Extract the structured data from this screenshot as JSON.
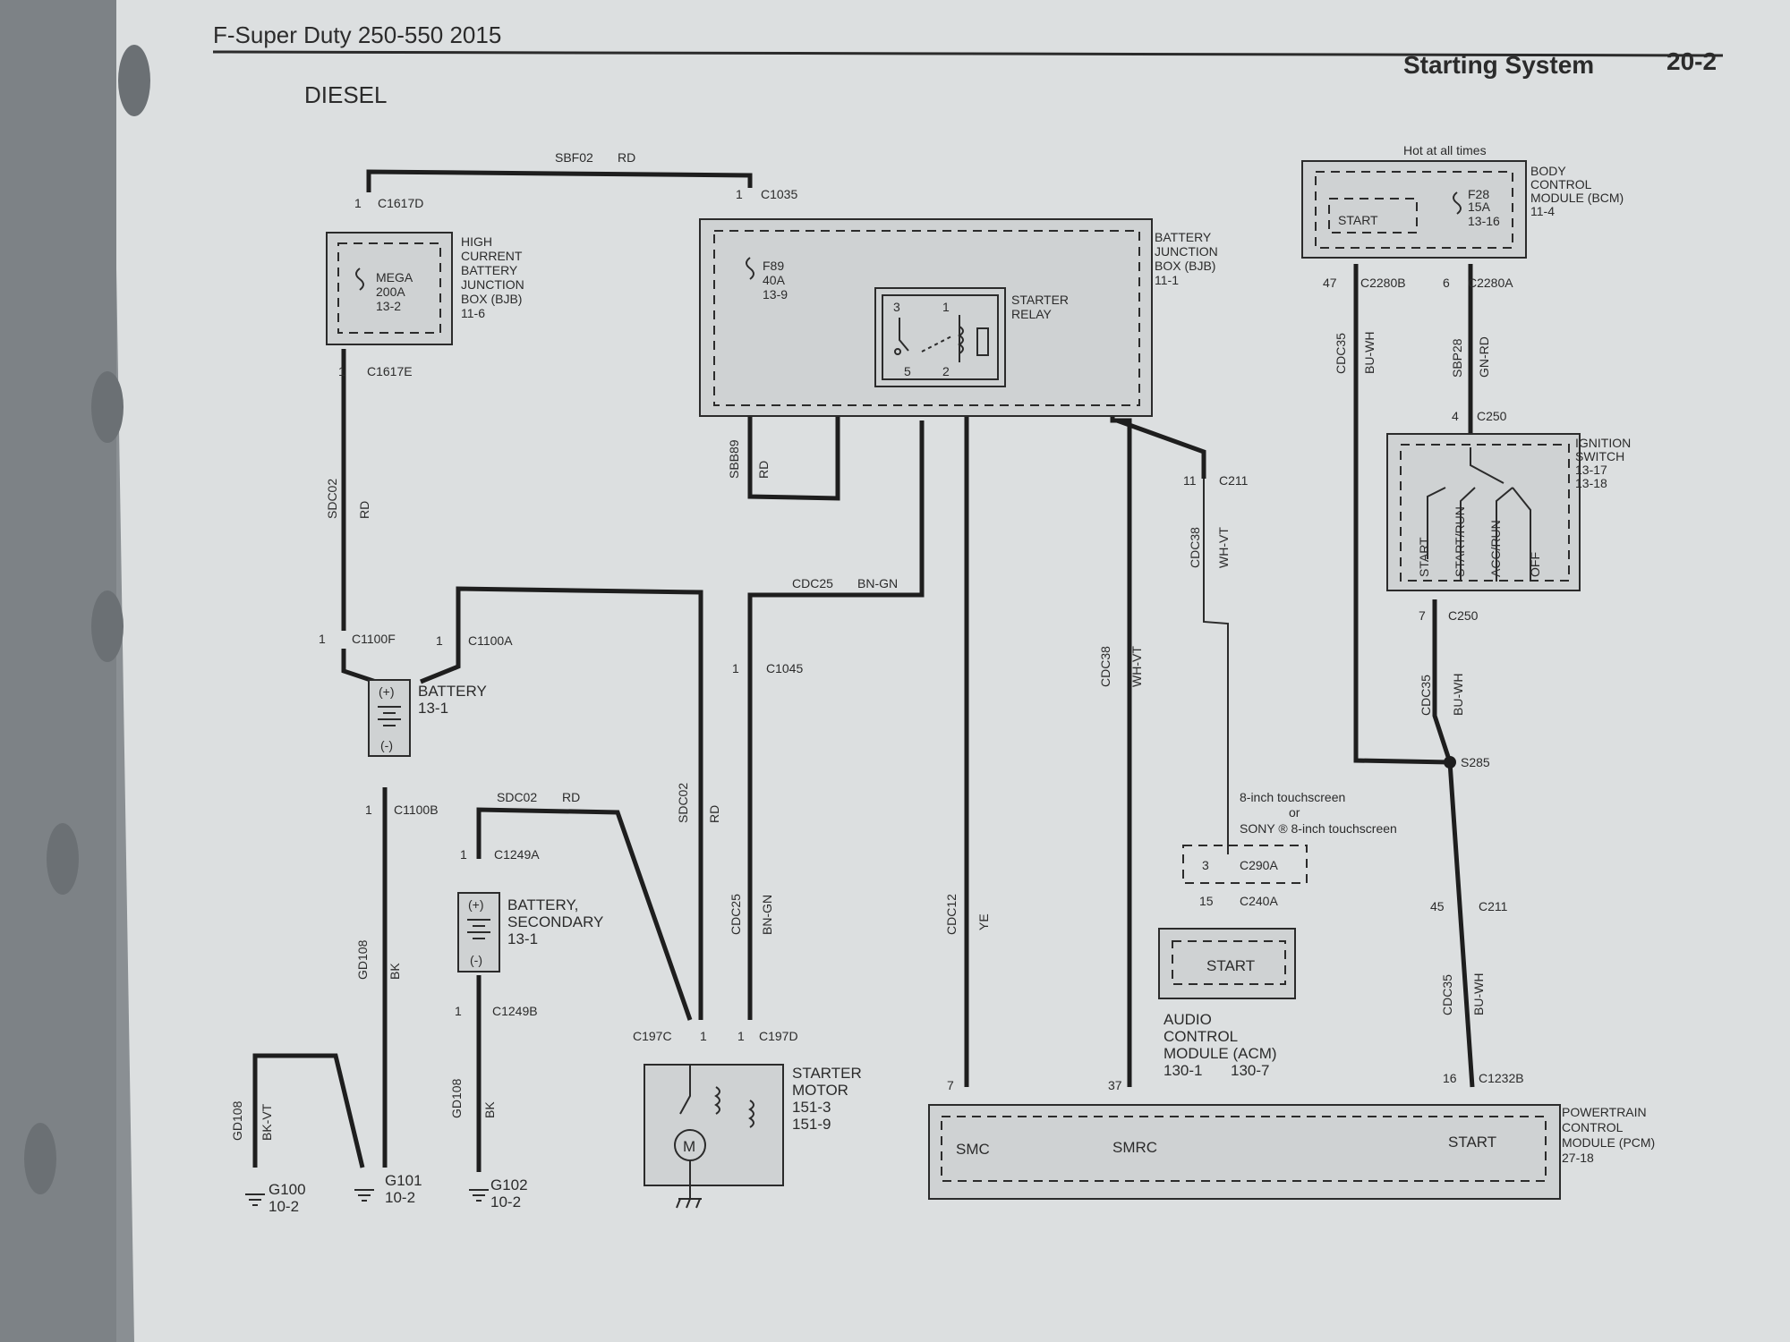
{
  "header": {
    "vehicle": "F-Super Duty 250-550 2015",
    "section": "Starting System",
    "page_number": "20-2",
    "variant": "DIESEL"
  },
  "components": {
    "hcbjb": {
      "label_lines": [
        "HIGH",
        "CURRENT",
        "BATTERY",
        "JUNCTION",
        "BOX (BJB)",
        "11-6"
      ],
      "fuse": [
        "MEGA",
        "200A",
        "13-2"
      ]
    },
    "bjb": {
      "label_lines": [
        "BATTERY",
        "JUNCTION",
        "BOX (BJB)",
        "11-1"
      ],
      "fuse": [
        "F89",
        "40A",
        "13-9"
      ]
    },
    "starter_relay": {
      "label_lines": [
        "STARTER",
        "RELAY"
      ],
      "pins": [
        "3",
        "1",
        "5",
        "2"
      ]
    },
    "battery": {
      "label_lines": [
        "BATTERY",
        "13-1"
      ],
      "plus": "(+)",
      "minus": "(-)"
    },
    "battery_secondary": {
      "label_lines": [
        "BATTERY,",
        "SECONDARY",
        "13-1"
      ],
      "plus": "(+)",
      "minus": "(-)"
    },
    "starter_motor": {
      "label_lines": [
        "STARTER",
        "MOTOR",
        "151-3",
        "151-9"
      ]
    },
    "bcm": {
      "hot_label": "Hot at all times",
      "label_lines": [
        "BODY",
        "CONTROL",
        "MODULE (BCM)",
        "11-4"
      ],
      "start": "START",
      "fuse": [
        "F28",
        "15A",
        "13-16"
      ]
    },
    "ignition_switch": {
      "label_lines": [
        "IGNITION",
        "SWITCH",
        "13-17",
        "13-18"
      ],
      "positions": [
        "START",
        "START/RUN",
        "ACC/RUN",
        "OFF"
      ]
    },
    "acm": {
      "label_lines": [
        "AUDIO",
        "CONTROL",
        "MODULE (ACM)"
      ],
      "refs": [
        "130-1",
        "130-7"
      ],
      "start": "START"
    },
    "acm_options": {
      "line1": "8-inch touchscreen",
      "line2": "or",
      "line3": "SONY ® 8-inch touchscreen"
    },
    "pcm": {
      "label_lines": [
        "POWERTRAIN",
        "CONTROL",
        "MODULE (PCM)",
        "27-18"
      ],
      "pins": [
        "SMC",
        "SMRC",
        "START"
      ]
    }
  },
  "wires": {
    "sbf02": {
      "circuit": "SBF02",
      "color": "RD"
    },
    "sdc02_a": {
      "circuit": "SDC02",
      "color": "RD"
    },
    "sdc02_b": {
      "circuit": "SDC02",
      "color": "RD"
    },
    "sdc02_c": {
      "circuit": "SDC02",
      "color": "RD"
    },
    "sbb89": {
      "circuit": "SBB89",
      "color": "RD"
    },
    "cdc25_a": {
      "circuit": "CDC25",
      "color": "BN-GN"
    },
    "cdc25_b": {
      "circuit": "CDC25",
      "color": "BN-GN"
    },
    "gd108_a": {
      "circuit": "GD108",
      "color": "BK"
    },
    "gd108_b": {
      "circuit": "GD108",
      "color": "BK"
    },
    "gd108_c": {
      "circuit": "GD108",
      "color": "BK-VT"
    },
    "cdc12": {
      "circuit": "CDC12",
      "color": "YE"
    },
    "cdc38_a": {
      "circuit": "CDC38",
      "color": "WH-VT"
    },
    "cdc38_b": {
      "circuit": "CDC38",
      "color": "WH-VT"
    },
    "cdc35_a": {
      "circuit": "CDC35",
      "color": "BU-WH"
    },
    "cdc35_b": {
      "circuit": "CDC35",
      "color": "BU-WH"
    },
    "cdc35_c": {
      "circuit": "CDC35",
      "color": "BU-WH"
    },
    "sbp28": {
      "circuit": "SBP28",
      "color": "GN-RD"
    }
  },
  "connectors": {
    "c1617d": {
      "pin": "1",
      "name": "C1617D"
    },
    "c1617e": {
      "pin": "1",
      "name": "C1617E"
    },
    "c1035": {
      "pin": "1",
      "name": "C1035"
    },
    "c1100f": {
      "pin": "1",
      "name": "C1100F"
    },
    "c1100a": {
      "pin": "1",
      "name": "C1100A"
    },
    "c1100b": {
      "pin": "1",
      "name": "C1100B"
    },
    "c1045": {
      "pin": "1",
      "name": "C1045"
    },
    "c1249a": {
      "pin": "1",
      "name": "C1249A"
    },
    "c1249b": {
      "pin": "1",
      "name": "C1249B"
    },
    "c197c": {
      "pin": "1",
      "name": "C197C"
    },
    "c197d": {
      "pin": "1",
      "name": "C197D"
    },
    "c211_a": {
      "pin": "11",
      "name": "C211"
    },
    "c290a": {
      "pin": "3",
      "name": "C290A"
    },
    "c240a": {
      "pin": "15",
      "name": "C240A"
    },
    "c2280b": {
      "pin": "47",
      "name": "C2280B"
    },
    "c2280a": {
      "pin": "6",
      "name": "C2280A"
    },
    "c250_a": {
      "pin": "4",
      "name": "C250"
    },
    "c250_b": {
      "pin": "7",
      "name": "C250"
    },
    "s285": {
      "name": "S285"
    },
    "c211_b": {
      "pin": "45",
      "name": "C211"
    },
    "c1232b": {
      "pin": "16",
      "name": "C1232B"
    },
    "pcm_pin_smc": {
      "pin": "7"
    },
    "pcm_pin_smrc": {
      "pin": "37"
    }
  },
  "grounds": [
    {
      "name": "G100",
      "ref": "10-2"
    },
    {
      "name": "G101",
      "ref": "10-2"
    },
    {
      "name": "G102",
      "ref": "10-2"
    }
  ]
}
